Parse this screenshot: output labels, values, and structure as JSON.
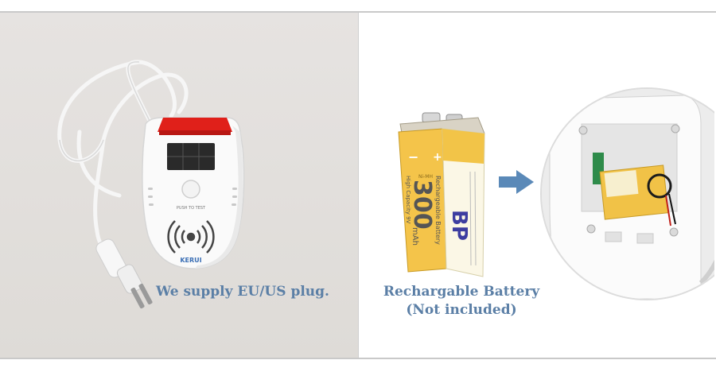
{
  "left_caption": "We supply EU/US plug.",
  "right_caption_line1": "Rechargable Battery",
  "right_caption_line2": "(Not included)",
  "device": {
    "brand_label": "KERUI",
    "button_label": "PUSH  TO  TEST"
  },
  "battery": {
    "brand": "BP",
    "capacity": "300",
    "unit": "mAh",
    "ni_mh": "Ni-MH",
    "text_rechargeable": "Rechargeable Battery",
    "text_high_capacity": "High Capacity 9V",
    "plus": "+",
    "minus": "−"
  },
  "colors": {
    "caption": "#5b7fa6",
    "arrow": "#5a89b8",
    "battery_yellow": "#f3c24a",
    "alarm_red": "#e0201a"
  }
}
